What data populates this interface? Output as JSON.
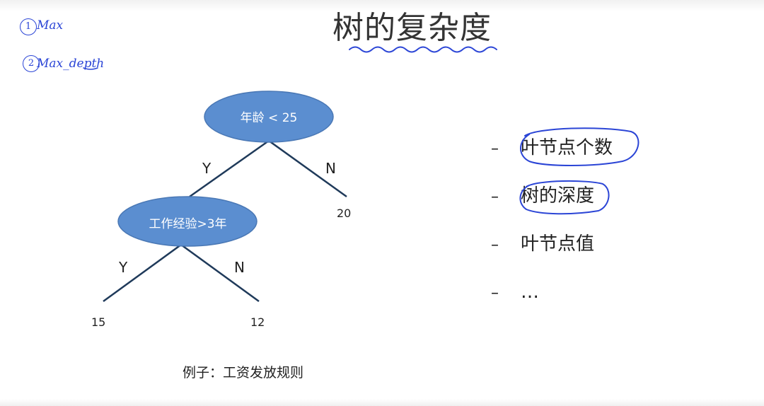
{
  "title": "树的复杂度",
  "handwritten_notes": [
    {
      "marker": "1",
      "text": "Max"
    },
    {
      "marker": "2",
      "text": "Max_depth"
    }
  ],
  "tree": {
    "root": {
      "label": "年龄 < 25"
    },
    "root_yes_edge": "Y",
    "root_no_edge": "N",
    "root_no_leaf": "20",
    "child": {
      "label": "工作经验>3年"
    },
    "child_yes_edge": "Y",
    "child_no_edge": "N",
    "child_yes_leaf": "15",
    "child_no_leaf": "12",
    "node_color": "#5b8ed0"
  },
  "caption": "例子：工资发放规则",
  "bullets": [
    {
      "dash": "–",
      "text": "叶节点个数",
      "circled": true
    },
    {
      "dash": "–",
      "text": "树的深度",
      "circled": true
    },
    {
      "dash": "–",
      "text": "叶节点值",
      "circled": false
    },
    {
      "dash": "–",
      "text": "…",
      "circled": false
    }
  ],
  "ink_color": "#2b45d6"
}
